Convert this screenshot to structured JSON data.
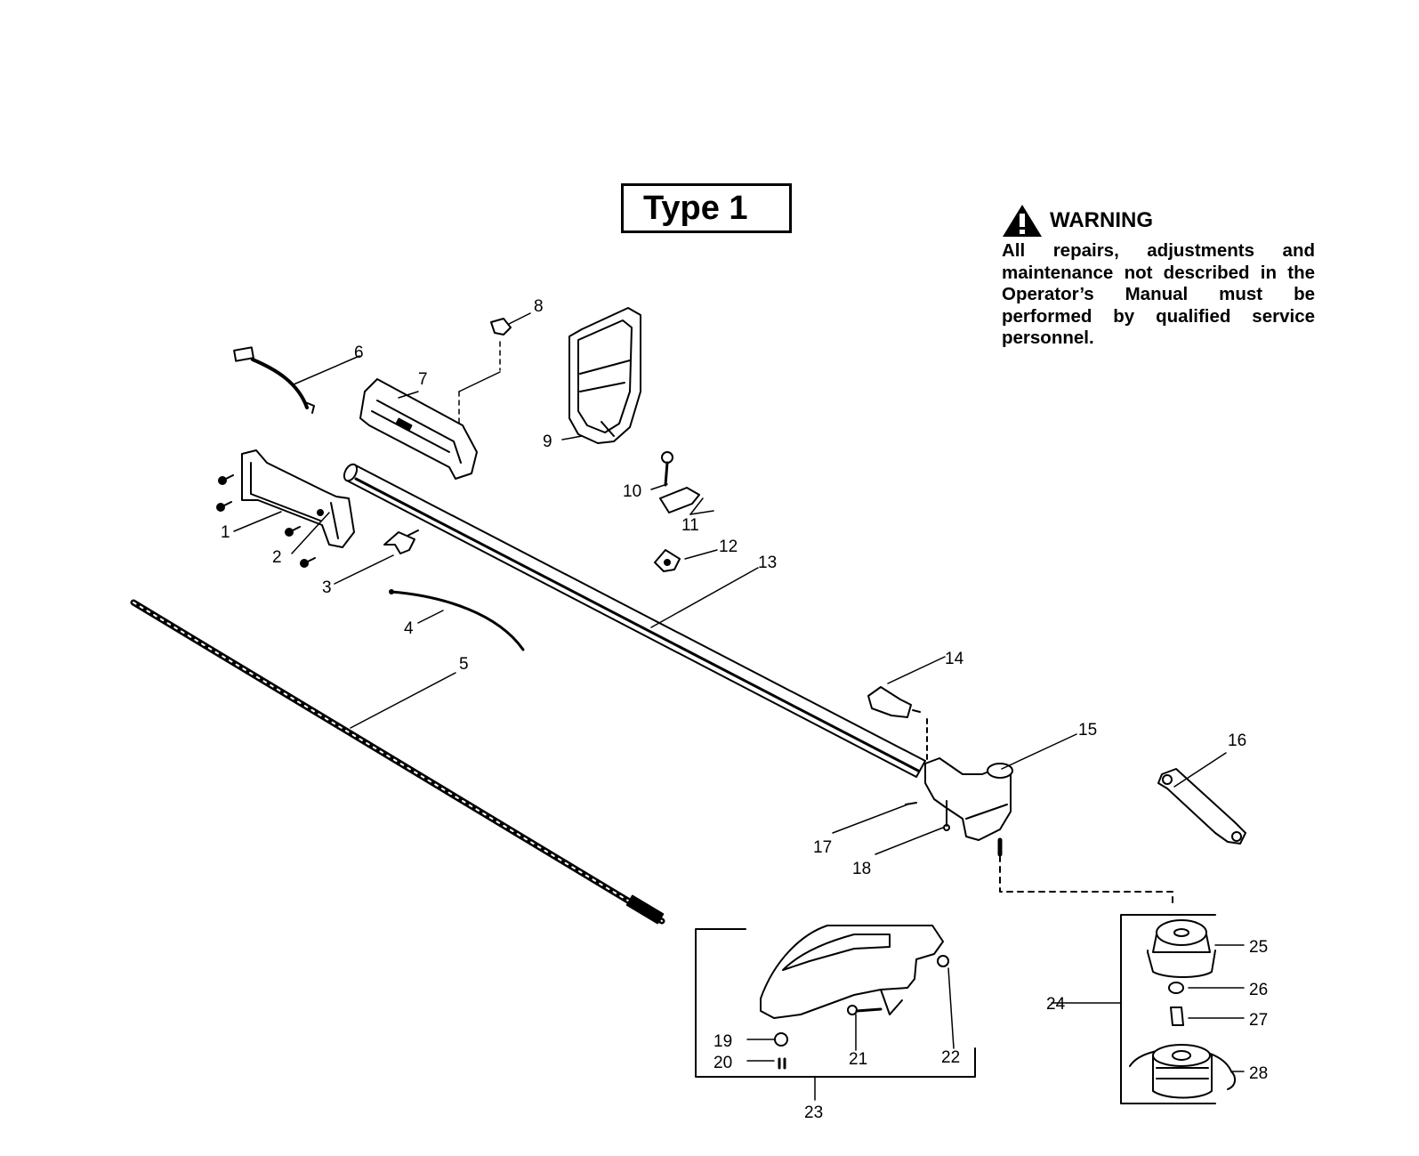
{
  "title": "Type 1",
  "warning": {
    "heading": "WARNING",
    "text": "All repairs, adjustments and maintenance not described in the Operator’s Manual must be performed by qualified  service personnel."
  },
  "callouts": [
    "1",
    "2",
    "3",
    "4",
    "5",
    "6",
    "7",
    "8",
    "9",
    "10",
    "11",
    "12",
    "13",
    "14",
    "15",
    "16",
    "17",
    "18",
    "19",
    "20",
    "21",
    "22",
    "23",
    "24",
    "25",
    "26",
    "27",
    "28"
  ]
}
